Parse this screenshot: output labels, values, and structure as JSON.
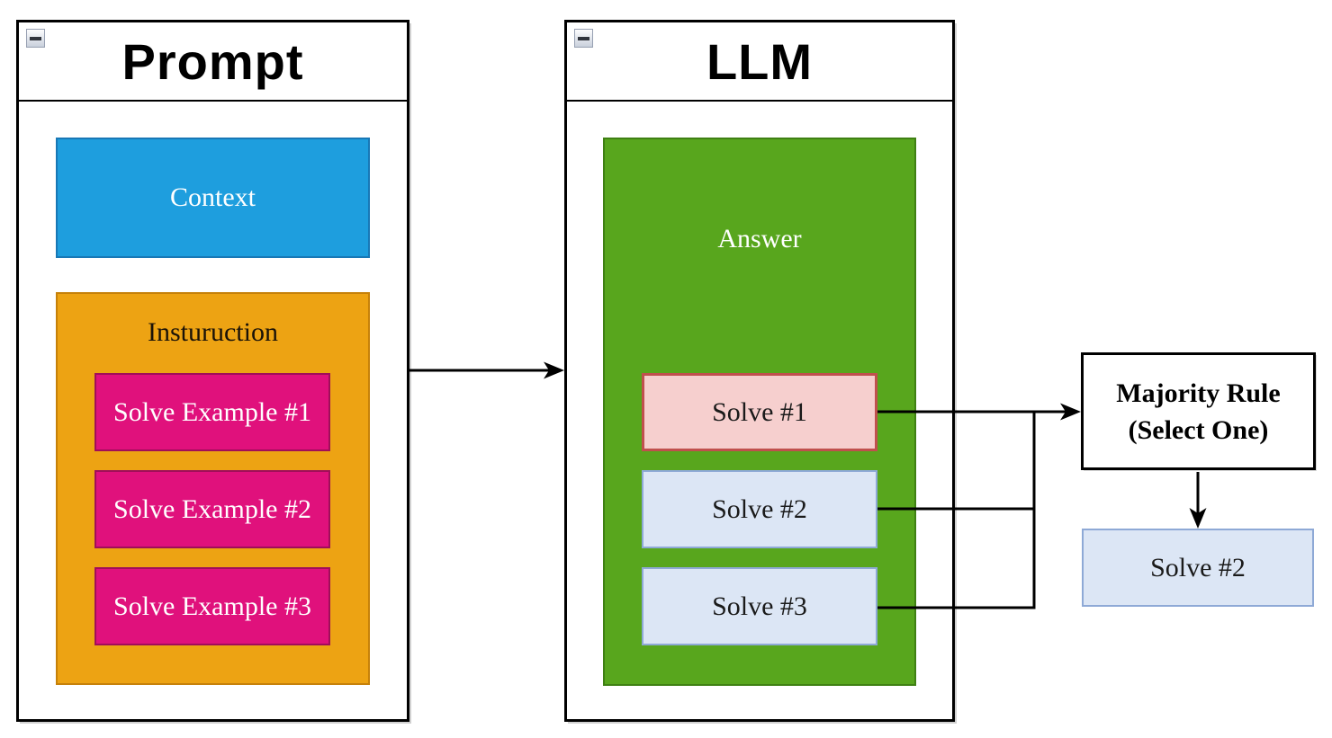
{
  "colors": {
    "canvas_bg": "#ffffff",
    "panel_border": "#000000",
    "context_fill": "#1E9EDE",
    "context_border": "#1878B6",
    "instruction_fill": "#EDA313",
    "instruction_border": "#C6810A",
    "example_fill": "#E0117C",
    "example_border": "#A00E59",
    "answer_fill": "#58A61D",
    "answer_border": "#3F8013",
    "solve_pink_fill": "#F6CFCE",
    "solve_pink_border": "#C0504D",
    "solve_blue_fill": "#DCE6F5",
    "solve_blue_border": "#8EA9D6",
    "connector": "#000000"
  },
  "prompt_panel": {
    "title": "Prompt",
    "context_label": "Context",
    "instruction_label": "Insturuction",
    "examples": [
      {
        "label": "Solve Example #1"
      },
      {
        "label": "Solve Example #2"
      },
      {
        "label": "Solve Example #3"
      }
    ]
  },
  "llm_panel": {
    "title": "LLM",
    "answer_label": "Answer",
    "solutions": [
      {
        "label": "Solve #1",
        "variant": "pink"
      },
      {
        "label": "Solve #2",
        "variant": "blue"
      },
      {
        "label": "Solve #3",
        "variant": "blue"
      }
    ]
  },
  "majority_rule": {
    "line1": "Majority Rule",
    "line2": "(Select One)"
  },
  "selected_result": {
    "label": "Solve #2"
  }
}
